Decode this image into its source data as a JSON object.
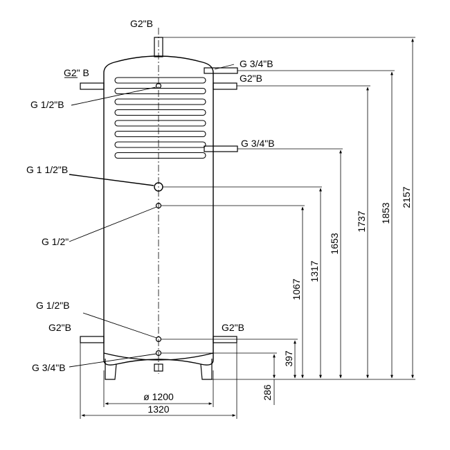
{
  "labels": {
    "top_connection": "G2\"B",
    "left_upper": "G2\" B",
    "coil_upper_outlet": "G 3/4\"B",
    "right_upper": "G2\"B",
    "left_upper_sensor": "G 1/2\"B",
    "coil_lower_outlet": "G 3/4\"B",
    "mid_connection": "G 1 1/2\"B",
    "mid_sensor": "G 1/2\"",
    "lower_sensor": "G 1/2\"B",
    "left_lower": "G2\"B",
    "right_lower": "G2\"B",
    "bottom_drain": "G 3/4\"B"
  },
  "dimensions": {
    "height_total": "2157",
    "height_upper_flange": "1853",
    "height_coil_top": "1737",
    "height_coil_bottom": "1653",
    "height_mid_connection": "1317",
    "height_mid_sensor": "1067",
    "height_lower_flange": "397",
    "height_drain": "286",
    "diameter_inner": "ø 1200",
    "width_outer": "1320"
  }
}
